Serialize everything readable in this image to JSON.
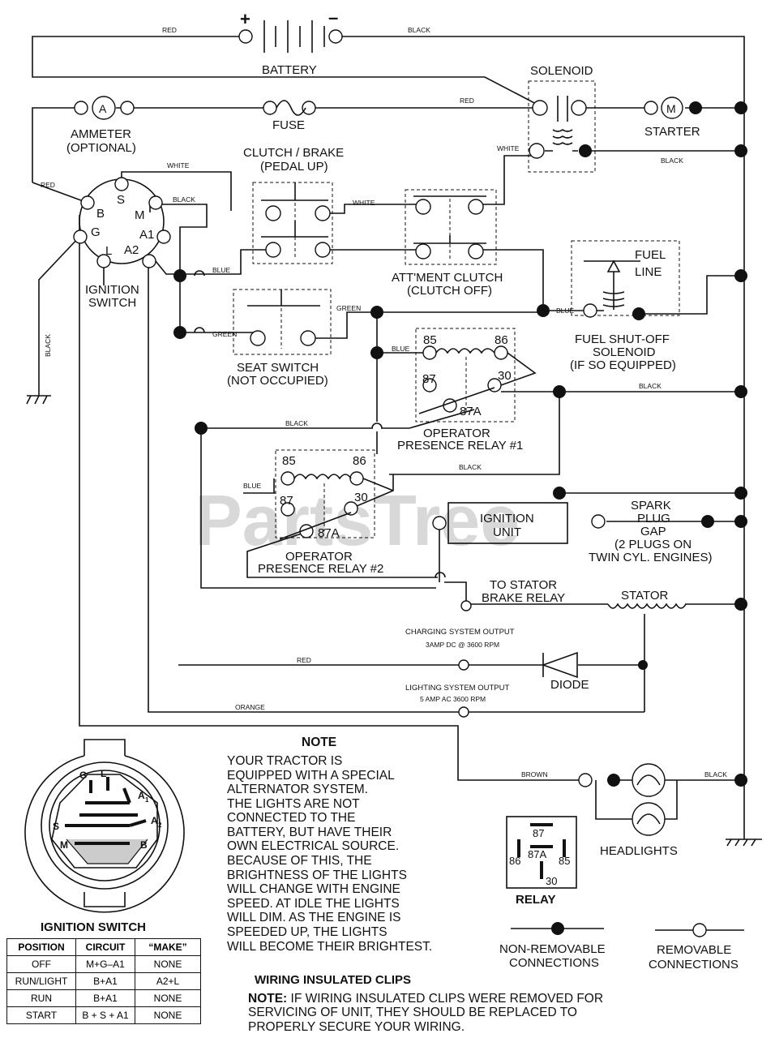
{
  "watermark": "PartsTree",
  "components": {
    "battery": "BATTERY",
    "battery_plus": "+",
    "battery_minus": "–",
    "solenoid": "SOLENOID",
    "ammeter": "AMMETER",
    "ammeter_optional": "(OPTIONAL)",
    "ammeter_symbol": "A",
    "fuse": "FUSE",
    "starter": "STARTER",
    "starter_symbol": "M",
    "clutch_brake": "CLUTCH / BRAKE",
    "clutch_brake_sub": "(PEDAL UP)",
    "attment_clutch": "ATT'MENT CLUTCH",
    "attment_clutch_sub": "(CLUTCH OFF)",
    "seat_switch": "SEAT SWITCH",
    "seat_switch_sub": "(NOT OCCUPIED)",
    "fuel_line_1": "FUEL",
    "fuel_line_2": "LINE",
    "fuel_solenoid_1": "FUEL SHUT-OFF",
    "fuel_solenoid_2": "SOLENOID",
    "fuel_solenoid_3": "(IF SO EQUIPPED)",
    "ignition_switch_1": "IGNITION",
    "ignition_switch_2": "SWITCH",
    "relay1_1": "OPERATOR",
    "relay1_2": "PRESENCE RELAY #1",
    "relay2_1": "OPERATOR",
    "relay2_2": "PRESENCE RELAY #2",
    "ignition_unit_1": "IGNITION",
    "ignition_unit_2": "UNIT",
    "spark_1": "SPARK",
    "spark_2": "PLUG",
    "spark_3": "GAP",
    "spark_4": "(2 PLUGS ON",
    "spark_5": "TWIN CYL. ENGINES)",
    "to_stator_1": "TO STATOR",
    "to_stator_2": "BRAKE RELAY",
    "stator": "STATOR",
    "charging_1": "CHARGING SYSTEM OUTPUT",
    "charging_2": "3AMP DC @ 3600 RPM",
    "diode": "DIODE",
    "lighting_1": "LIGHTING SYSTEM OUTPUT",
    "lighting_2": "5 AMP AC 3600 RPM",
    "headlights": "HEADLIGHTS",
    "relay": "RELAY",
    "ignition_switch_title": "IGNITION SWITCH"
  },
  "terminals": {
    "S": "S",
    "B": "B",
    "M": "M",
    "G": "G",
    "L": "L",
    "A1": "A1",
    "A2": "A2",
    "r85": "85",
    "r86": "86",
    "r87": "87",
    "r30": "30",
    "r87A": "87A"
  },
  "switch_face": {
    "G": "G",
    "L": "L",
    "A1": "A",
    "A1_sub": "1",
    "S": "S",
    "A2": "A",
    "A2_sub": "2",
    "M": "M",
    "B": "B"
  },
  "wires": {
    "red": "RED",
    "black": "BLACK",
    "white": "WHITE",
    "blue": "BLUE",
    "green": "GREEN",
    "orange": "ORANGE",
    "brown": "BROWN"
  },
  "note": {
    "title": "NOTE",
    "lines": [
      "YOUR TRACTOR IS",
      "EQUIPPED WITH A SPECIAL",
      "ALTERNATOR SYSTEM.",
      "THE LIGHTS ARE NOT",
      "CONNECTED TO THE",
      "BATTERY, BUT HAVE THEIR",
      "OWN ELECTRICAL SOURCE.",
      "BECAUSE OF THIS, THE",
      "BRIGHTNESS OF THE LIGHTS",
      "WILL CHANGE WITH ENGINE",
      "SPEED.  AT IDLE THE LIGHTS",
      "WILL DIM.  AS THE ENGINE IS",
      "SPEEDED UP, THE LIGHTS",
      "WILL BECOME THEIR BRIGHTEST."
    ]
  },
  "legend": {
    "non_removable_1": "NON-REMOVABLE",
    "non_removable_2": "CONNECTIONS",
    "removable_1": "REMOVABLE",
    "removable_2": "CONNECTIONS"
  },
  "clips": {
    "title": "WIRING INSULATED CLIPS",
    "note_label": "NOTE:",
    "line1": " IF WIRING INSULATED CLIPS WERE REMOVED FOR",
    "line2": "SERVICING OF UNIT, THEY SHOULD BE REPLACED TO",
    "line3": "PROPERLY SECURE YOUR WIRING."
  },
  "switch_table": {
    "headers": [
      "POSITION",
      "CIRCUIT",
      "“MAKE”"
    ],
    "rows": [
      [
        "OFF",
        "M+G–A1",
        "NONE"
      ],
      [
        "RUN/LIGHT",
        "B+A1",
        "A2+L"
      ],
      [
        "RUN",
        "B+A1",
        "NONE"
      ],
      [
        "START",
        "B + S + A1",
        "NONE"
      ]
    ]
  }
}
